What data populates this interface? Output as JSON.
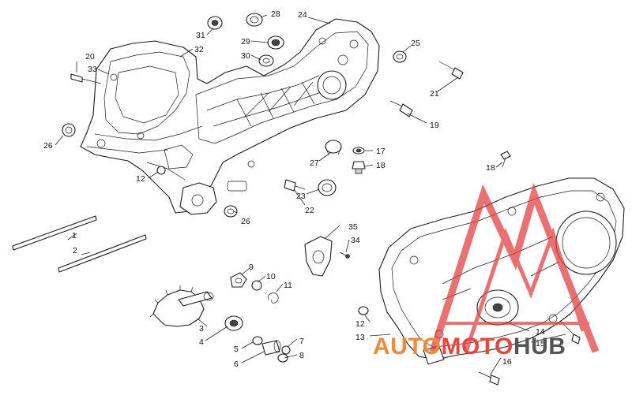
{
  "diagram": {
    "callouts": [
      {
        "id": "c1",
        "text": "1"
      },
      {
        "id": "c2",
        "text": "2"
      },
      {
        "id": "c3",
        "text": "3"
      },
      {
        "id": "c4",
        "text": "4"
      },
      {
        "id": "c5",
        "text": "5"
      },
      {
        "id": "c6",
        "text": "6"
      },
      {
        "id": "c7",
        "text": "7"
      },
      {
        "id": "c8",
        "text": "8"
      },
      {
        "id": "c9",
        "text": "9"
      },
      {
        "id": "c10",
        "text": "10"
      },
      {
        "id": "c11",
        "text": "11"
      },
      {
        "id": "c12a",
        "text": "12"
      },
      {
        "id": "c12b",
        "text": "12"
      },
      {
        "id": "c13",
        "text": "13"
      },
      {
        "id": "c14",
        "text": "14"
      },
      {
        "id": "c15",
        "text": "15"
      },
      {
        "id": "c16",
        "text": "16"
      },
      {
        "id": "c17",
        "text": "17"
      },
      {
        "id": "c18a",
        "text": "18"
      },
      {
        "id": "c18b",
        "text": "18"
      },
      {
        "id": "c19",
        "text": "19"
      },
      {
        "id": "c20",
        "text": "20"
      },
      {
        "id": "c21",
        "text": "21"
      },
      {
        "id": "c22",
        "text": "22"
      },
      {
        "id": "c23",
        "text": "23"
      },
      {
        "id": "c24",
        "text": "24"
      },
      {
        "id": "c25",
        "text": "25"
      },
      {
        "id": "c26a",
        "text": "26"
      },
      {
        "id": "c26b",
        "text": "26"
      },
      {
        "id": "c27",
        "text": "27"
      },
      {
        "id": "c28",
        "text": "28"
      },
      {
        "id": "c29",
        "text": "29"
      },
      {
        "id": "c30",
        "text": "30"
      },
      {
        "id": "c31",
        "text": "31"
      },
      {
        "id": "c32",
        "text": "32"
      },
      {
        "id": "c33",
        "text": "33"
      },
      {
        "id": "c34",
        "text": "34"
      },
      {
        "id": "c35",
        "text": "35"
      }
    ]
  },
  "watermark": {
    "brand_part1": "AUTO",
    "brand_part2": "MOTO",
    "brand_part3": "HUB",
    "colors": {
      "logo_red": "#e23b3b",
      "text_red": "#e8453c",
      "text_orange": "#f08a3a",
      "text_gray": "#555555"
    }
  }
}
